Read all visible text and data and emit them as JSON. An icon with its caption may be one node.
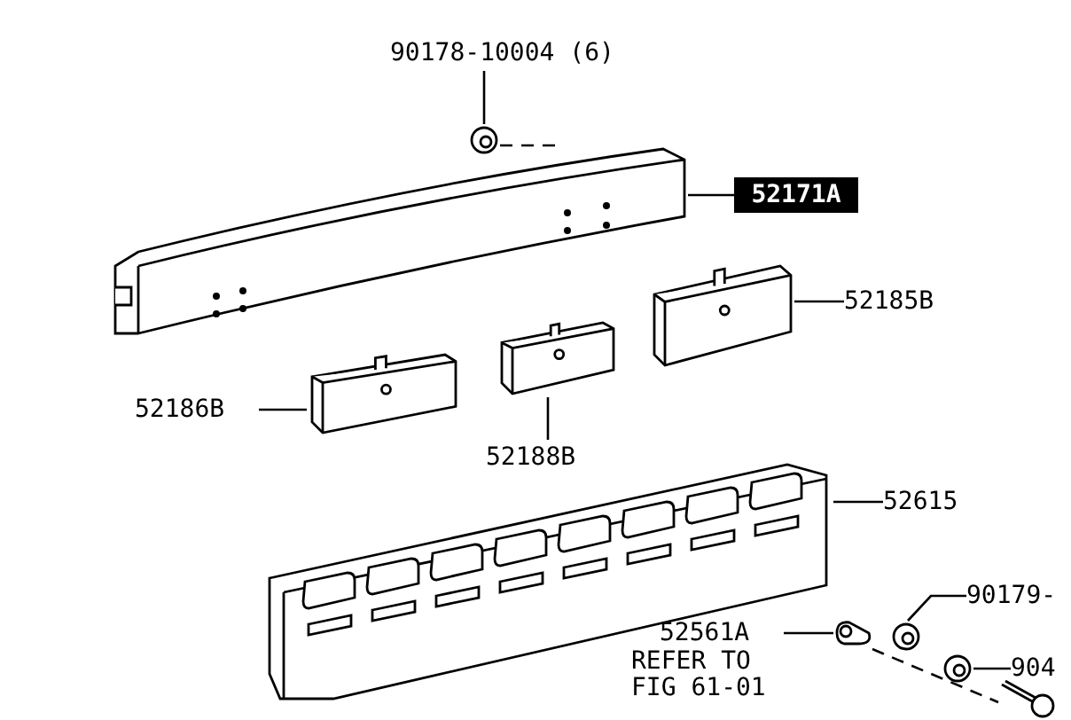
{
  "diagram": {
    "nodes": [
      {
        "text": [
          "90178-10004 (6)"
        ]
      },
      {
        "text": [],
        "shape": "picture"
      },
      {
        "text": [
          "52171A"
        ]
      },
      {
        "text": [],
        "shape": "picture"
      },
      {
        "text": [
          "52185B"
        ]
      },
      {
        "text": [],
        "shape": "picture"
      },
      {
        "text": [
          "52186B"
        ]
      },
      {
        "text": [],
        "shape": "picture"
      },
      {
        "text": [
          "52188B"
        ]
      },
      {
        "text": [],
        "shape": "picture"
      },
      {
        "text": [
          "52615"
        ]
      },
      {
        "text": [],
        "shape": "picture"
      },
      {
        "text": [
          "52561A"
        ]
      },
      {
        "text": [],
        "shape": "picture"
      },
      {
        "text": [
          "90179-"
        ]
      },
      {
        "text": [],
        "shape": "picture"
      },
      {
        "text": [
          "904"
        ]
      },
      {
        "text": [],
        "shape": "picture"
      },
      {
        "text": [],
        "shape": "picture"
      }
    ],
    "edges": [
      {
        "from": 0,
        "to": 1,
        "arrow": "none"
      },
      {
        "from": 2,
        "to": 3,
        "arrow": "none"
      },
      {
        "from": 4,
        "to": 5,
        "arrow": "none"
      },
      {
        "from": 6,
        "to": 7,
        "arrow": "none"
      },
      {
        "from": 8,
        "to": 9,
        "arrow": "none"
      },
      {
        "from": 10,
        "to": 11,
        "arrow": "none"
      },
      {
        "from": 12,
        "to": 13,
        "arrow": "none"
      },
      {
        "from": 14,
        "to": 15,
        "arrow": "none"
      },
      {
        "from": 16,
        "to": 17,
        "arrow": "none"
      },
      {
        "from": 1,
        "to": 3,
        "arrow": "none",
        "style": "dashed"
      },
      {
        "from": 13,
        "to": 18,
        "arrow": "none",
        "style": "dashed"
      }
    ],
    "labels": [
      "REFER TO FIG 61-01"
    ]
  }
}
